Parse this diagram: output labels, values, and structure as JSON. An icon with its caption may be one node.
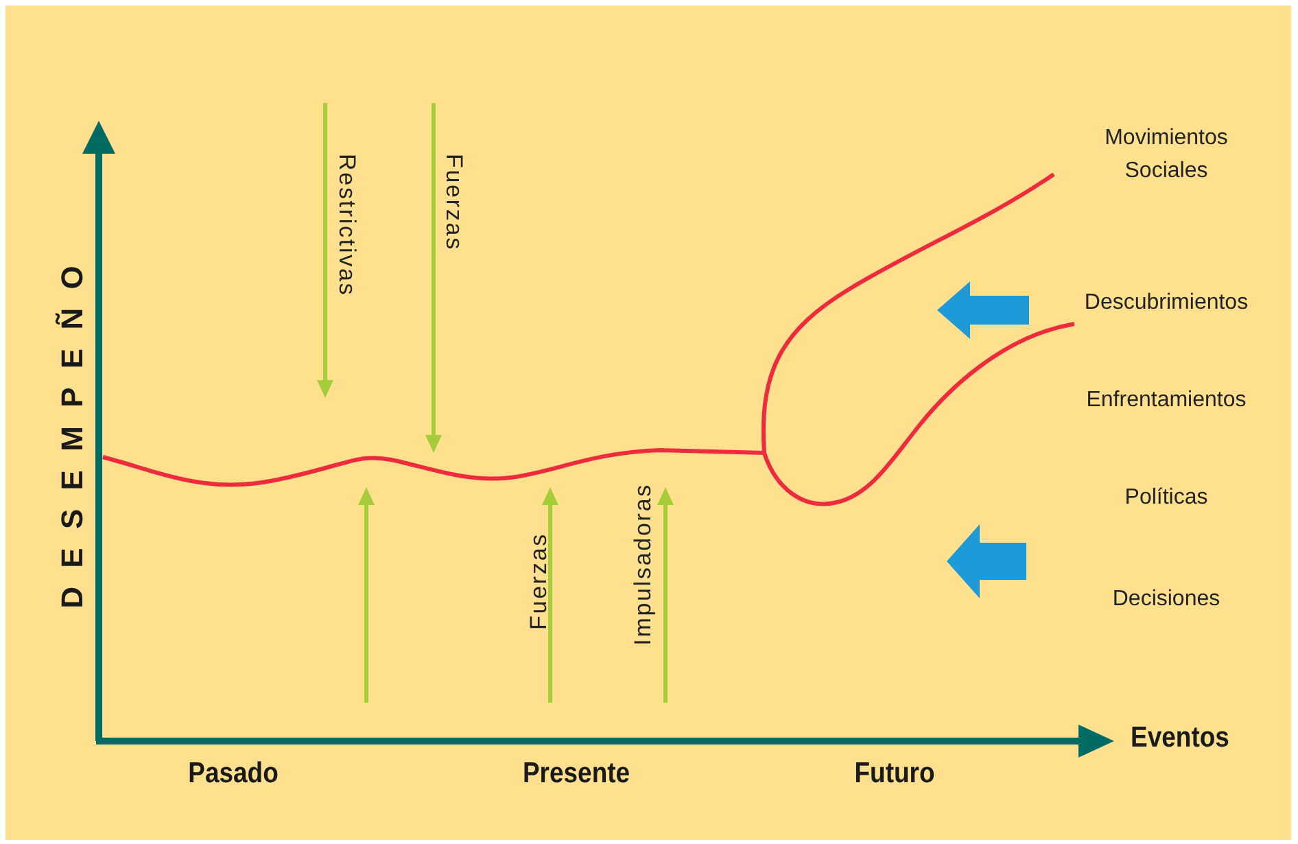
{
  "diagram": {
    "labels": [
      "DESEMPEÑO",
      "Restrictivas",
      "Fuerzas",
      "Fuerzas",
      "Impulsadoras",
      "Movimientos Sociales",
      "Descubrimientos",
      "Enfrentamientos",
      "Políticas",
      "Decisiones",
      "Eventos",
      "Pasado",
      "Presente",
      "Futuro"
    ]
  }
}
